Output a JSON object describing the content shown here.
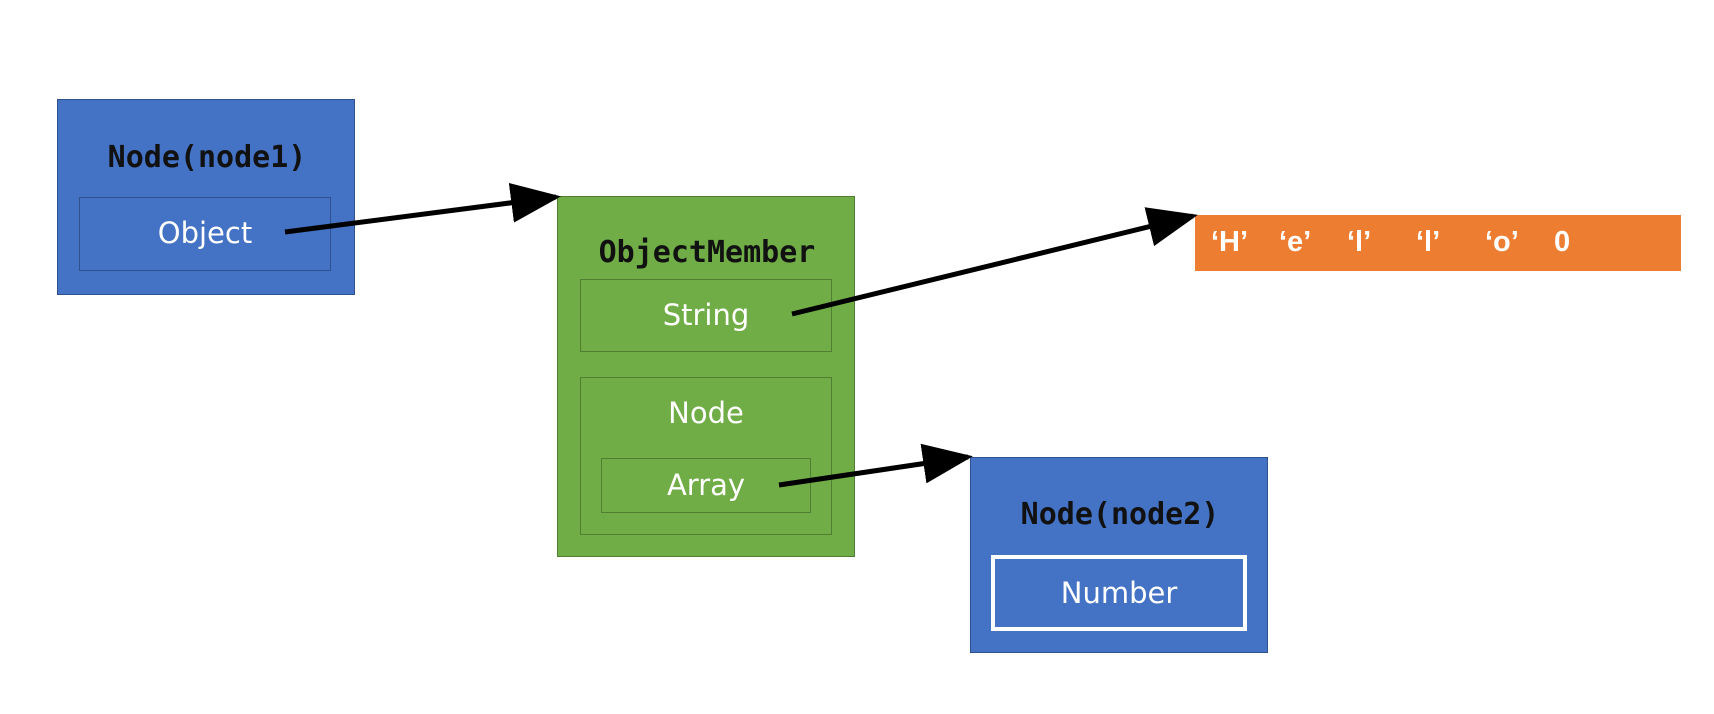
{
  "node1": {
    "title": "Node(node1)",
    "field": "Object"
  },
  "object_member": {
    "title": "ObjectMember",
    "string_field": "String",
    "node_title": "Node",
    "array_field": "Array"
  },
  "node2": {
    "title": "Node(node2)",
    "field": "Number"
  },
  "string_value": {
    "chars": [
      "‘H’",
      "‘e’",
      "‘l’",
      "‘l’",
      "‘o’",
      "0"
    ]
  },
  "colors": {
    "node_blue": "#4472c4",
    "member_green": "#70ad47",
    "string_orange": "#ed7d31",
    "arrow": "#000000"
  }
}
